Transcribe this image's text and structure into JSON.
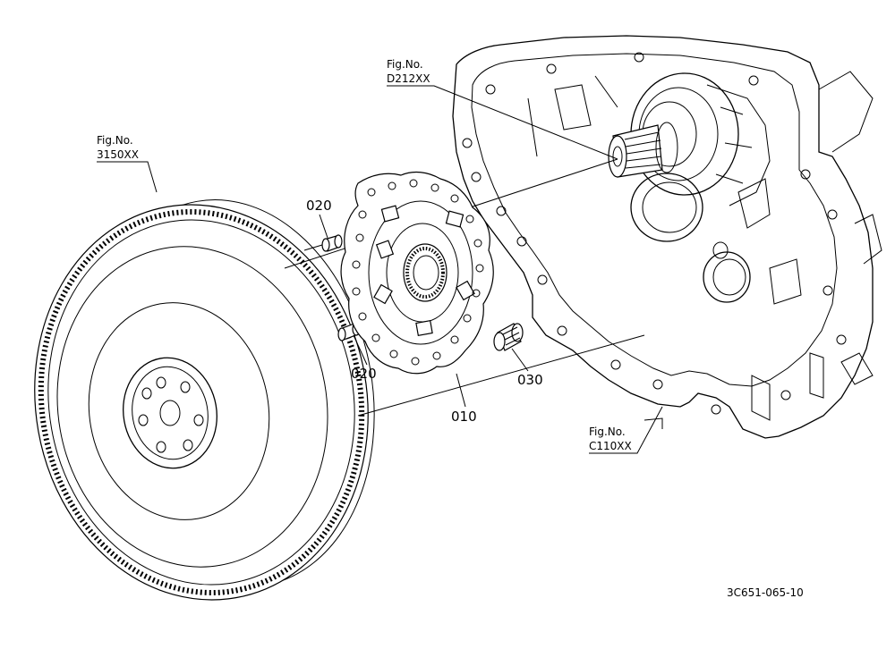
{
  "figure_refs": [
    {
      "label": "Fig.No.",
      "number": "3150XX"
    },
    {
      "label": "Fig.No.",
      "number": "D212XX"
    },
    {
      "label": "Fig.No.",
      "number": "C110XX"
    }
  ],
  "part_numbers": {
    "pin_upper": "020",
    "pin_lower": "020",
    "clutch_disc": "010",
    "bolt": "030"
  },
  "drawing_code": "3C651-065-10"
}
